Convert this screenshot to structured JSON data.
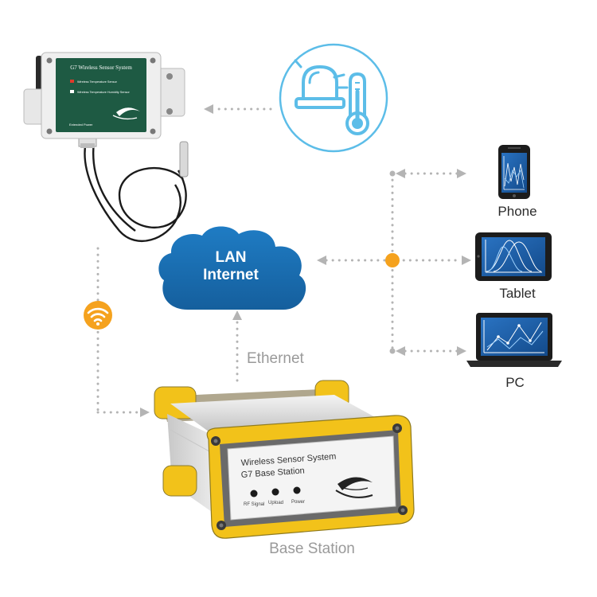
{
  "sensor": {
    "title": "G7 Wireless Sensor System",
    "option_1": "Wireless Temperature Sensor",
    "option_2": "Wireless Temperature Humidity Sensor",
    "footer": "Extended Power"
  },
  "cloud": {
    "line_1": "LAN",
    "line_2": "Internet"
  },
  "devices": {
    "phone": "Phone",
    "tablet": "Tablet",
    "pc": "PC"
  },
  "connection": {
    "ethernet": "Ethernet"
  },
  "base_station": {
    "panel_line_1": "Wireless  Sensor System",
    "panel_line_2": "G7 Base Station",
    "led_1": "RF Signal",
    "led_2": "Upload",
    "led_3": "Power",
    "caption": "Base Station"
  },
  "colors": {
    "connector_gray": "#b4b4b4",
    "hub_orange": "#f5a21e",
    "cloud_blue": "#1a72b8",
    "alarm_ring": "#5cbde8",
    "sensor_green": "#1e5a43",
    "case_yellow": "#f2c21a",
    "screen_blue": "#1d5fa8"
  },
  "icons": [
    "alarm-thermometer-icon",
    "wifi-icon",
    "cloud-icon",
    "phone-icon",
    "tablet-icon",
    "laptop-icon"
  ]
}
